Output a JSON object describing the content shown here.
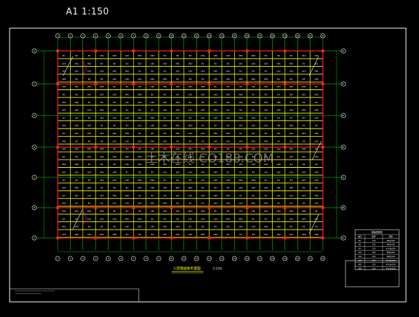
{
  "sheet": {
    "scale_label": "A1    1:150"
  },
  "drawing": {
    "title": "三层楼面板布置图",
    "scale": "1:150",
    "watermark": "土木在线 CO188.COM",
    "column_labels": [
      "1",
      "2",
      "3",
      "4",
      "5",
      "6",
      "7",
      "8",
      "9",
      "10",
      "11",
      "12",
      "13",
      "14",
      "15",
      "16",
      "17",
      "18",
      "19",
      "20",
      "21",
      "22"
    ],
    "row_labels": [
      "A",
      "B",
      "C",
      "D",
      "E",
      "F",
      "G"
    ],
    "slab_marks": [
      "B1",
      "B2",
      "B3",
      "LB1",
      "LB2",
      "LB3",
      "XB1",
      "XB2"
    ]
  },
  "legend_table": {
    "title": "楼板配筋表",
    "headers": [
      "编号",
      "板厚",
      "配筋"
    ],
    "rows": [
      [
        "B1",
        "120",
        "Φ8@200"
      ],
      [
        "B2",
        "120",
        "Φ8@180"
      ],
      [
        "B3",
        "120",
        "Φ10@200"
      ],
      [
        "LB1",
        "100",
        "Φ8@200"
      ],
      [
        "LB2",
        "100",
        "Φ8@150"
      ],
      [
        "LB3",
        "100",
        "Φ10@150"
      ],
      [
        "XB1",
        "150",
        "Φ10@150"
      ],
      [
        "XB2",
        "150",
        "Φ12@200"
      ]
    ]
  },
  "colors": {
    "background": "#000000",
    "frame": "#ffffff",
    "axis": "#00ff00",
    "beam_main": "#ff2020",
    "beam_secondary": "#ffff00",
    "rebar": "#ff00ff",
    "text_white": "#ffffff",
    "watermark": "#bfbfbf"
  }
}
